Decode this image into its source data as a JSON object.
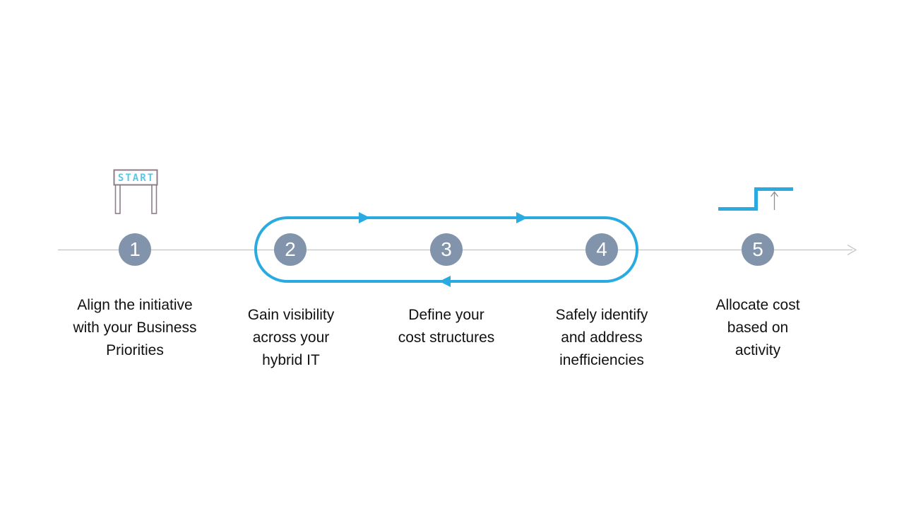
{
  "slide": {
    "type": "process-flow-diagram"
  },
  "steps": [
    {
      "number": "1",
      "label": "Align the initiative with your Business Priorities",
      "lines": [
        "Align the initiative",
        "with your Business",
        "Priorities"
      ]
    },
    {
      "number": "2",
      "label": "Gain visibility across your hybrid IT",
      "lines": [
        "Gain visibility",
        "across your",
        "hybrid IT"
      ]
    },
    {
      "number": "3",
      "label": "Define your cost structures",
      "lines": [
        "Define your",
        "cost structures"
      ]
    },
    {
      "number": "4",
      "label": "Safely identify and address inefficiencies",
      "lines": [
        "Safely identify",
        "and address",
        "inefficiencies"
      ]
    },
    {
      "number": "5",
      "label": "Allocate cost based on activity",
      "lines": [
        "Allocate cost",
        "based on",
        "activity"
      ]
    }
  ],
  "icons": {
    "start_banner": {
      "label": "START"
    },
    "step_up": {
      "name": "step-up-with-arrow"
    }
  },
  "colors": {
    "accent_blue": "#29abe2",
    "node_fill": "#8294ab",
    "timeline_gray": "#c9c9c9",
    "start_frame": "#8e7e88",
    "start_text_blue": "#5cc6e4",
    "caption_text": "#111111"
  }
}
